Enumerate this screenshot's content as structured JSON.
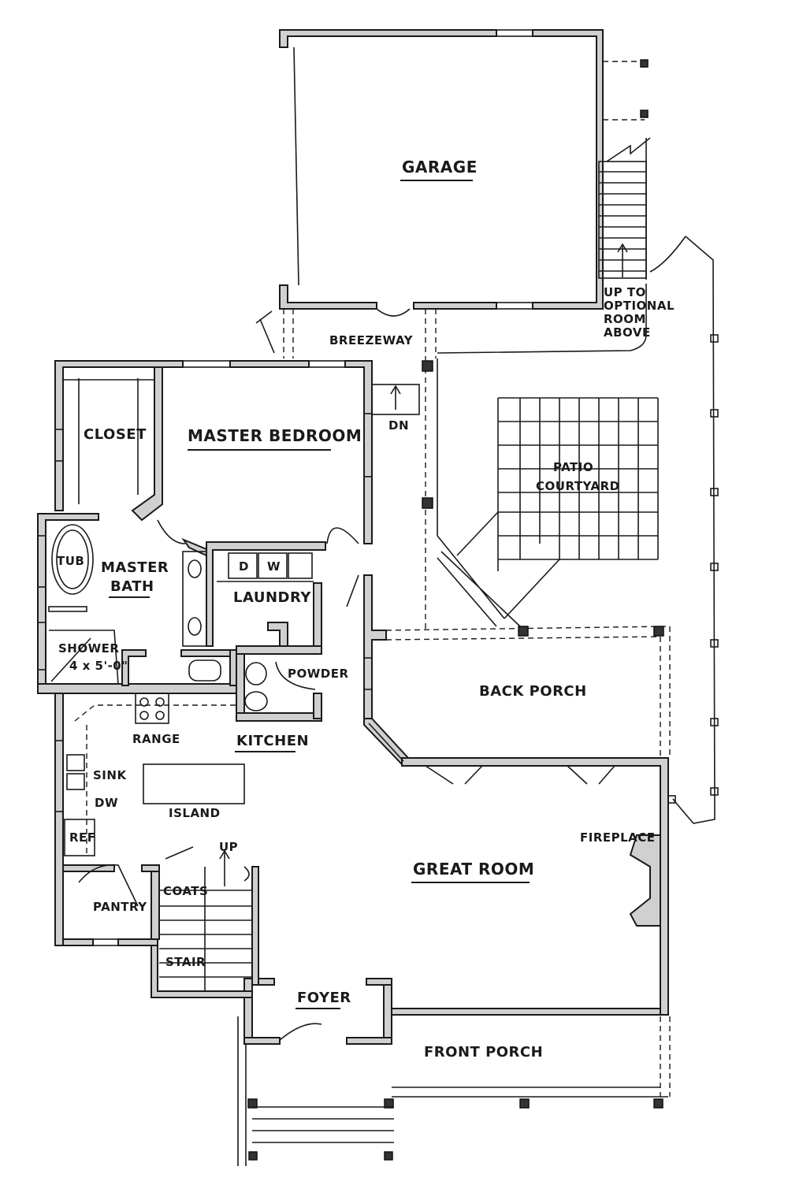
{
  "labels": {
    "garage": "GARAGE",
    "breezeway": "BREEZEWAY",
    "up_to": "UP TO",
    "optional": "OPTIONAL",
    "room": "ROOM",
    "above": "ABOVE",
    "dn": "DN",
    "closet": "CLOSET",
    "master_bedroom": "MASTER BEDROOM",
    "patio": "PATIO",
    "courtyard": "COURTYARD",
    "tub": "TUB",
    "master": "MASTER",
    "bath": "BATH",
    "d": "D",
    "w": "W",
    "laundry": "LAUNDRY",
    "shower": "SHOWER",
    "shower_size": "4 x 5'-0\"",
    "powder": "POWDER",
    "back_porch": "BACK PORCH",
    "range": "RANGE",
    "kitchen": "KITCHEN",
    "sink": "SINK",
    "dw": "DW",
    "island": "ISLAND",
    "ref": "REF",
    "up": "UP",
    "fireplace": "FIREPLACE",
    "great_room": "GREAT ROOM",
    "coats": "COATS",
    "pantry": "PANTRY",
    "stair": "STAIR",
    "foyer": "FOYER",
    "front_porch": "FRONT PORCH"
  }
}
